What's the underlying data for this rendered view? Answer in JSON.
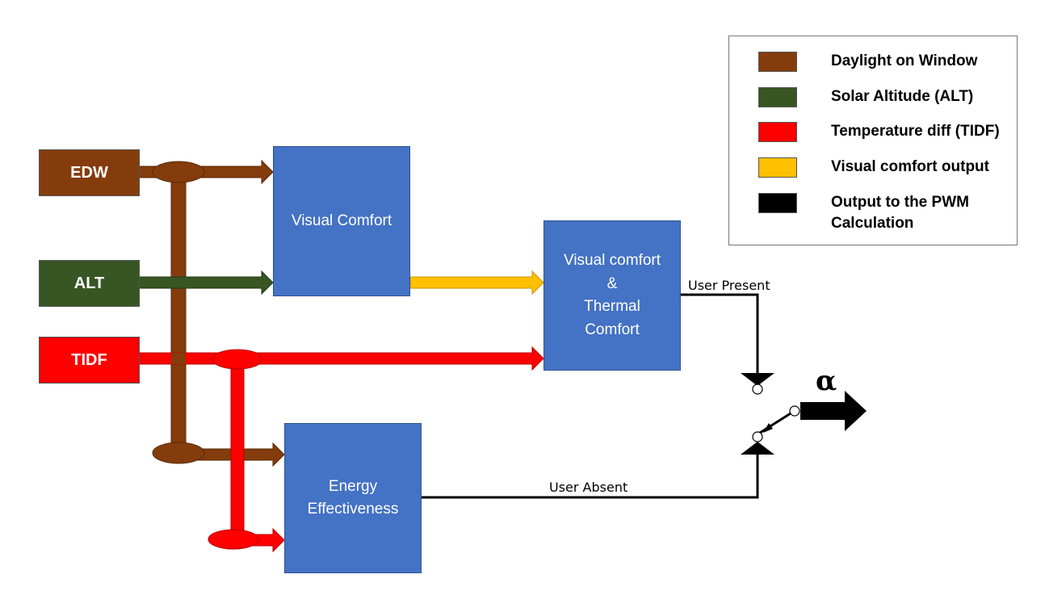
{
  "colors": {
    "edw": "#843C0C",
    "alt": "#375623",
    "tidf": "#FF0000",
    "visual_output": "#FFC000",
    "pwm_output": "#000000",
    "block_fill": "#4472C4"
  },
  "inputs": {
    "edw": "EDW",
    "alt": "ALT",
    "tidf": "TIDF"
  },
  "blocks": {
    "visual_comfort": "Visual Comfort",
    "combined": [
      "Visual comfort",
      "&",
      "Thermal",
      "Comfort"
    ],
    "energy": [
      "Energy",
      "Effectiveness"
    ]
  },
  "wires": {
    "user_present": "User Present",
    "user_absent": "User Absent"
  },
  "output_symbol": "α",
  "legend": [
    {
      "label": "Daylight on Window",
      "color": "#843C0C"
    },
    {
      "label": "Solar Altitude (ALT)",
      "color": "#375623"
    },
    {
      "label": "Temperature diff (TIDF)",
      "color": "#FF0000"
    },
    {
      "label": "Visual comfort output",
      "color": "#FFC000"
    },
    {
      "label": "Output to the PWM Calculation",
      "color": "#000000"
    }
  ]
}
